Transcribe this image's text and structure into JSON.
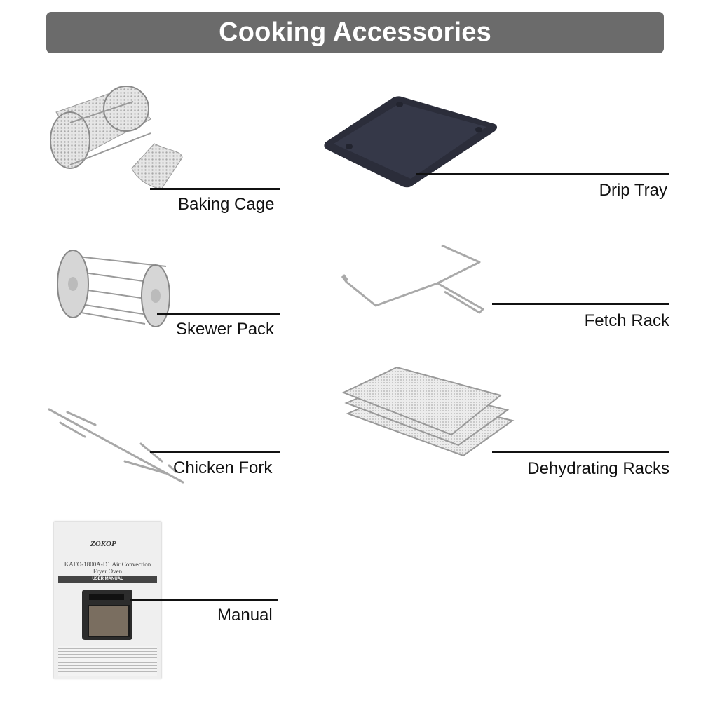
{
  "header": {
    "title": "Cooking Accessories"
  },
  "items": {
    "baking_cage": {
      "label": "Baking Cage"
    },
    "drip_tray": {
      "label": "Drip Tray"
    },
    "skewer_pack": {
      "label": "Skewer Pack"
    },
    "fetch_rack": {
      "label": "Fetch Rack"
    },
    "chicken_fork": {
      "label": "Chicken Fork"
    },
    "dehydrating_racks": {
      "label": "Dehydrating Racks"
    },
    "manual": {
      "label": "Manual",
      "brand": "ZOKOP",
      "title": "KAFO-1800A-D1 Air Convection Fryer Oven",
      "subtitle": "USER MANUAL"
    }
  },
  "colors": {
    "banner": "#6b6b6b",
    "banner_text": "#ffffff",
    "tray": "#2b2d3a",
    "metal": "#c8c8c8"
  }
}
